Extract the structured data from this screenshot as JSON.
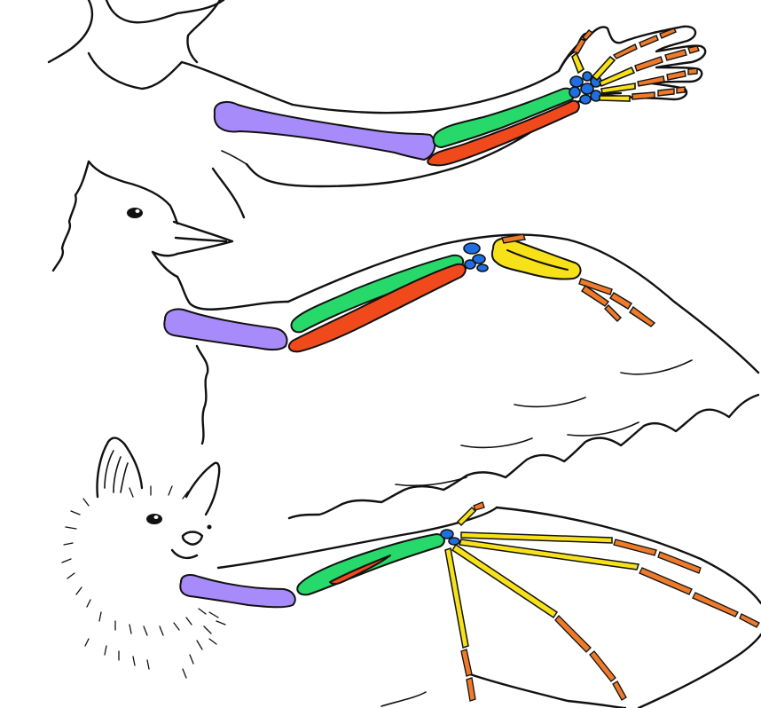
{
  "title": "",
  "specimens": [
    "human",
    "bird",
    "bat"
  ],
  "colors": {
    "humerus": "#a78bfa",
    "radius": "#27d96b",
    "ulna": "#f04a1c",
    "carpals": "#1f6fe0",
    "metacarpals": "#f7e21a",
    "phalanges": "#ee7a2a",
    "outline": "#111111"
  },
  "bones": [
    "humerus",
    "radius",
    "ulna",
    "carpals",
    "metacarpals",
    "phalanges"
  ]
}
